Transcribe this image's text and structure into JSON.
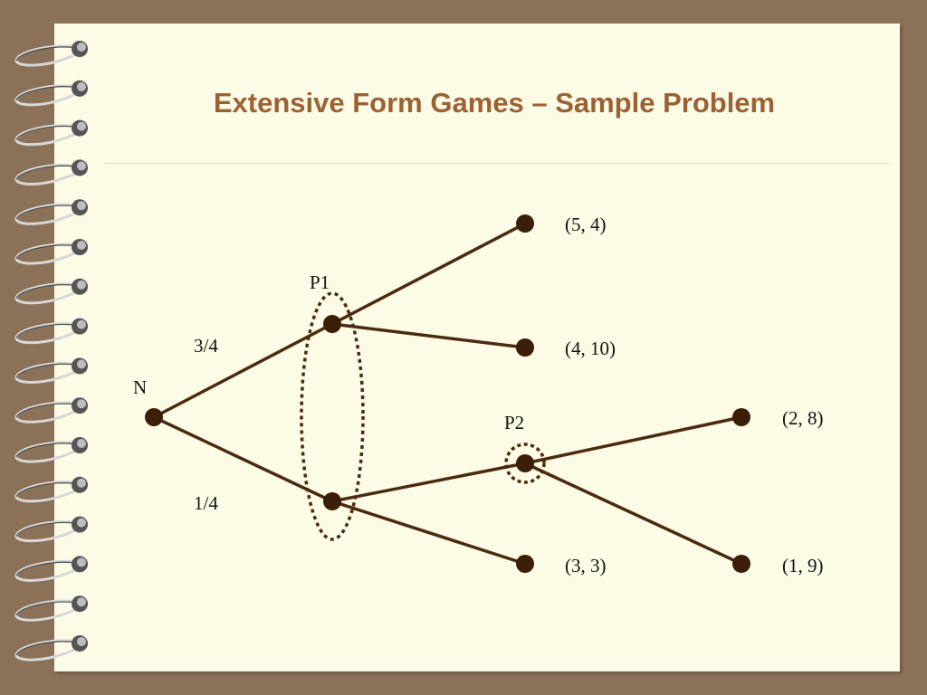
{
  "slide": {
    "title": "Extensive Form Games – Sample Problem"
  },
  "colors": {
    "background": "#8b7157",
    "paper": "#fcfbe6",
    "title": "#9b6233",
    "edge": "#4a2b10",
    "node": "#3a1e08"
  },
  "game_tree": {
    "nodes": {
      "nature": {
        "label": "N"
      },
      "p1_top": {},
      "p1_bottom": {},
      "p2": {
        "label": "P2"
      },
      "outcome_1": {
        "payoff": "(5, 4)"
      },
      "outcome_2": {
        "payoff": "(4, 10)"
      },
      "outcome_3": {
        "payoff": "(3, 3)"
      },
      "outcome_4": {
        "payoff": "(2, 8)"
      },
      "outcome_5": {
        "payoff": "(1, 9)"
      }
    },
    "chance_probabilities": {
      "top": "3/4",
      "bottom": "1/4"
    },
    "information_set_p1": {
      "label": "P1"
    },
    "edges": [
      [
        "nature",
        "p1_top"
      ],
      [
        "nature",
        "p1_bottom"
      ],
      [
        "p1_top",
        "outcome_1"
      ],
      [
        "p1_top",
        "outcome_2"
      ],
      [
        "p1_bottom",
        "p2"
      ],
      [
        "p1_bottom",
        "outcome_3"
      ],
      [
        "p2",
        "outcome_4"
      ],
      [
        "p2",
        "outcome_5"
      ]
    ]
  }
}
